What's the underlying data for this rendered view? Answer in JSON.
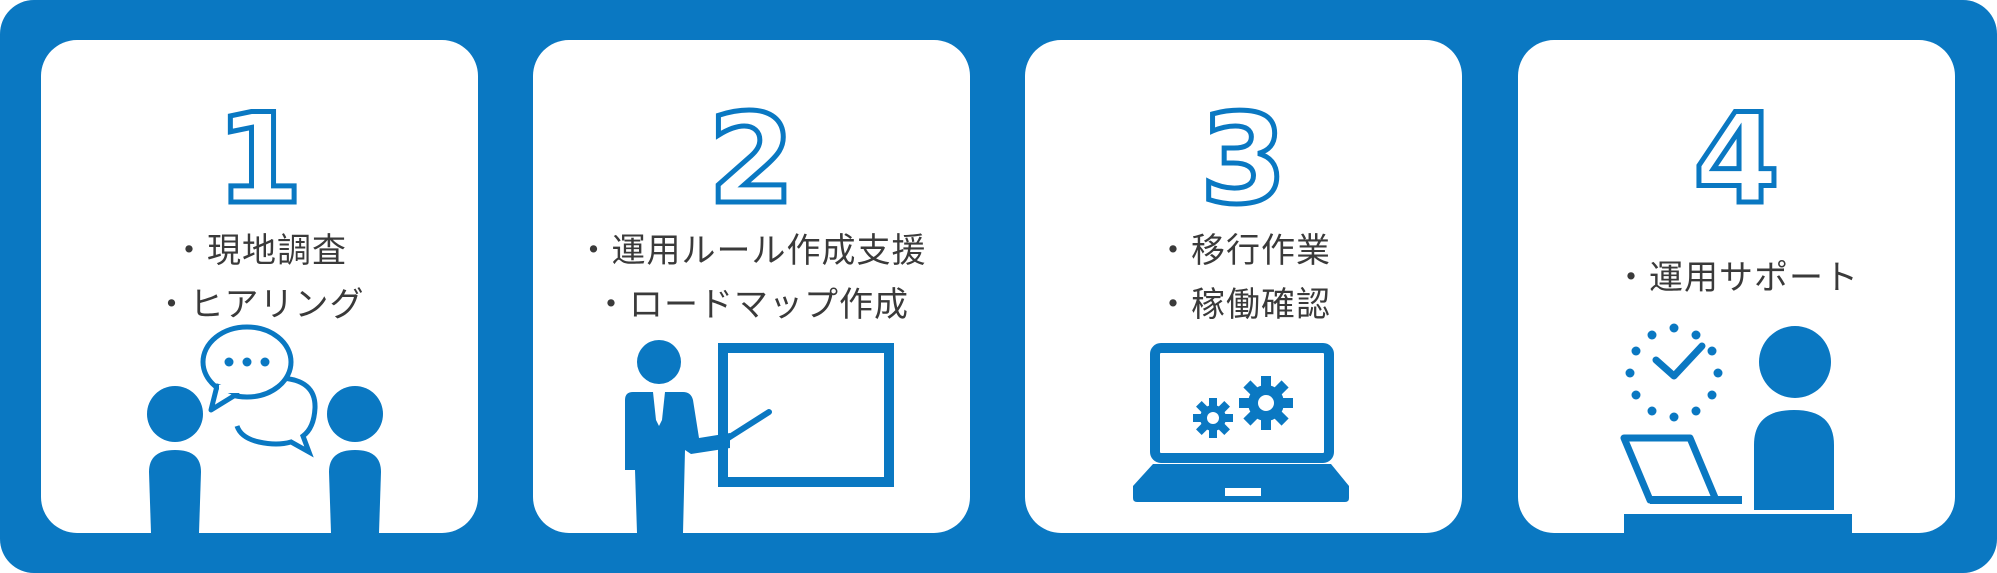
{
  "colors": {
    "frame": "#0a78c2",
    "card": "#ffffff",
    "text": "#3a3a3a",
    "icon": "#0a78c2"
  },
  "steps": [
    {
      "number": "1",
      "lines": [
        "・現地調査",
        "・ヒアリング"
      ],
      "icon": "conversation-icon"
    },
    {
      "number": "2",
      "lines": [
        "・運用ルール作成支援",
        "・ロードマップ作成"
      ],
      "icon": "presentation-icon"
    },
    {
      "number": "3",
      "lines": [
        "・移行作業",
        "・稼働確認"
      ],
      "icon": "laptop-gears-icon"
    },
    {
      "number": "4",
      "lines": [
        "・運用サポート"
      ],
      "icon": "support-clock-icon"
    }
  ]
}
